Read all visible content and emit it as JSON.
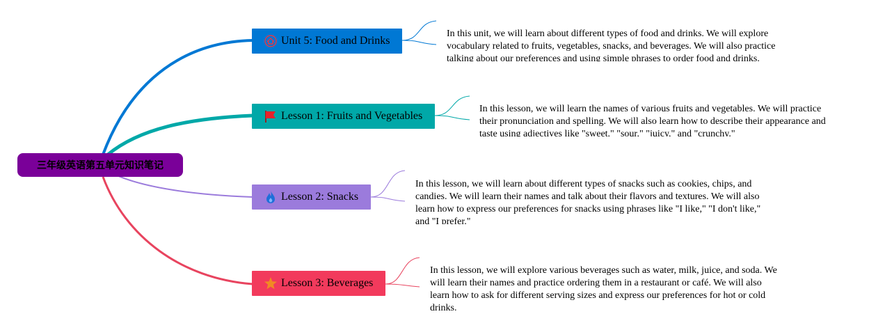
{
  "root": {
    "title": "三年级英语第五单元知识笔记",
    "color": "#7a0099"
  },
  "topics": [
    {
      "label": "Unit 5: Food and Drinks",
      "icon": "home-icon",
      "color": "#0078d4",
      "note": "In this unit, we will learn about different types of food and drinks. We will explore vocabulary related to fruits, vegetables, snacks, and beverages. We will also practice talking about our preferences and using simple phrases to order food and drinks."
    },
    {
      "label": "Lesson 1: Fruits and Vegetables",
      "icon": "flag-icon",
      "color": "#00a8a8",
      "note": "In this lesson, we will learn the names of various fruits and vegetables. We will practice their pronunciation and spelling. We will also learn how to describe their appearance and taste using adjectives like \"sweet,\" \"sour,\" \"juicy,\" and \"crunchy.\""
    },
    {
      "label": "Lesson 2: Snacks",
      "icon": "fire-icon",
      "color": "#9b7bdc",
      "note": "In this lesson, we will learn about different types of snacks such as cookies, chips, and candies. We will learn their names and talk about their flavors and textures. We will also learn how to express our preferences for snacks using phrases like \"I like,\" \"I don't like,\" and \"I prefer.\""
    },
    {
      "label": "Lesson 3: Beverages",
      "icon": "star-icon",
      "color": "#f23a5c",
      "note": "In this lesson, we will explore various beverages such as water, milk, juice, and soda. We will learn their names and practice ordering them in a restaurant or café. We will also learn how to ask for different serving sizes and express our preferences for hot or cold drinks."
    }
  ]
}
